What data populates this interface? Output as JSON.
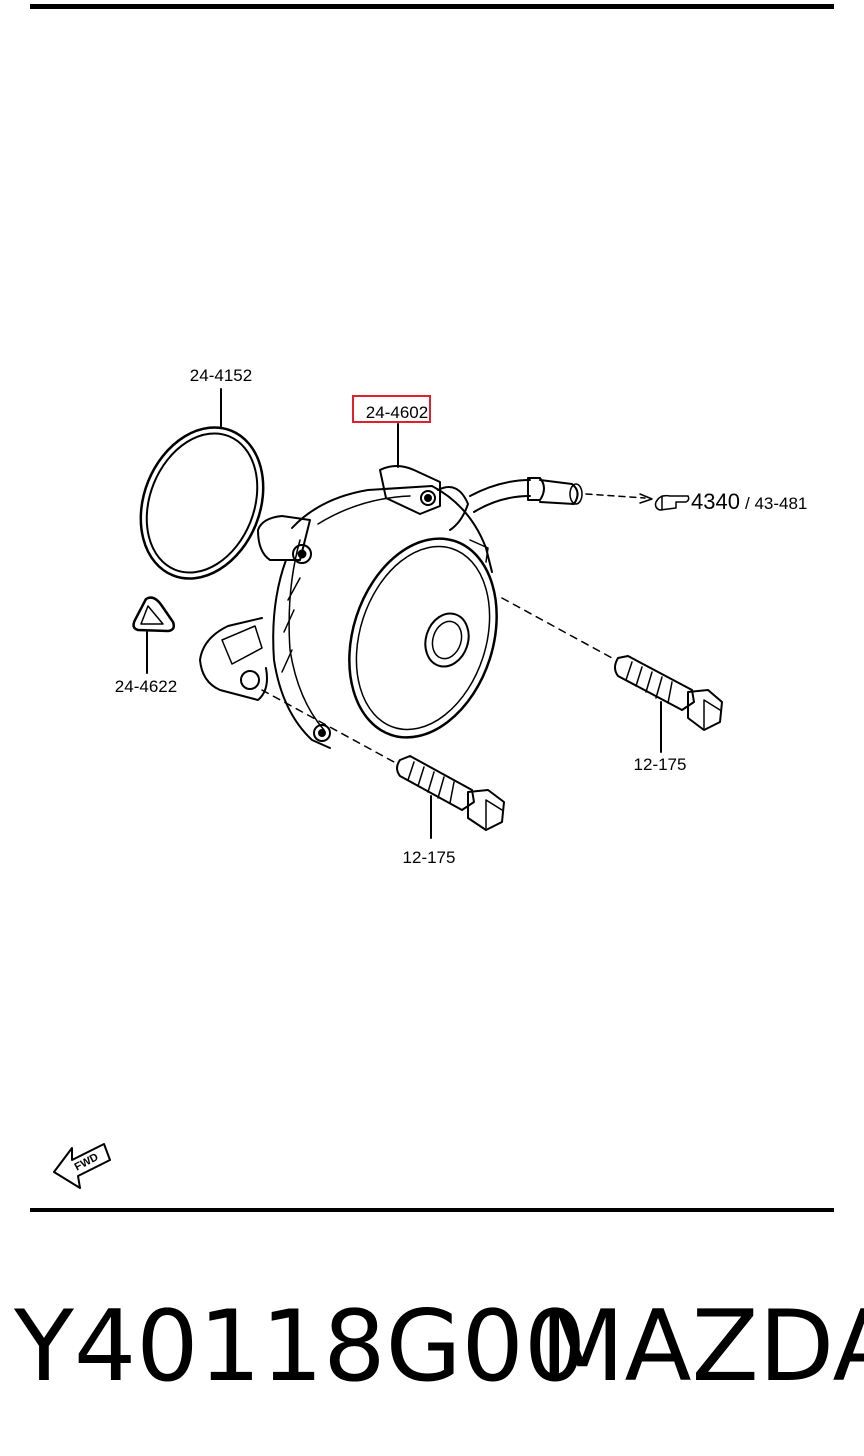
{
  "diagram": {
    "callouts": {
      "o_ring": "24-4152",
      "vacuum_pump": "24-4602",
      "gasket": "24-4622",
      "bolt_right": "12-175",
      "bolt_bottom": "12-175",
      "hose_ref_main": "4340",
      "hose_ref_sub": "/ 43-481"
    },
    "highlight_color": "#e0202a",
    "fwd_label": "FWD"
  },
  "footer": {
    "part_number": "Y40118G00",
    "brand": "MAZDA"
  }
}
